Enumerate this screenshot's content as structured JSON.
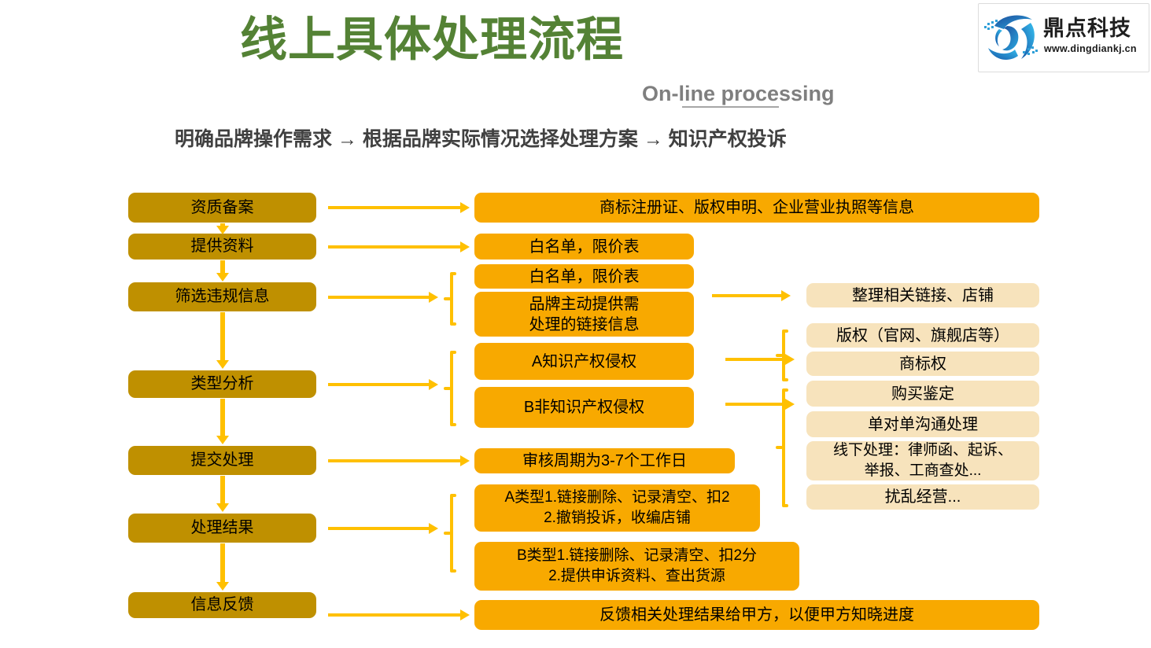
{
  "header": {
    "title": "线上具体处理流程",
    "subtitle": "On-line processing",
    "flow_line": "明确品牌操作需求 → 根据品牌实际情况选择处理方案 → 知识产权投诉"
  },
  "logo": {
    "name": "鼎点科技",
    "url": "www.dingdiankj.cn",
    "mark": "dingdian-swoosh-icon"
  },
  "colors": {
    "title_green": "#548235",
    "subtitle_gray": "#7f7f7f",
    "flow_text": "#404040",
    "stage_box": "#bf9000",
    "mid_box": "#f8a900",
    "right_box": "#f7e3bc",
    "arrow": "#ffc000"
  },
  "stages": [
    {
      "label": "资质备案"
    },
    {
      "label": "提供资料"
    },
    {
      "label": "筛选违规信息"
    },
    {
      "label": "类型分析"
    },
    {
      "label": "提交处理"
    },
    {
      "label": "处理结果"
    },
    {
      "label": "信息反馈"
    }
  ],
  "middle": [
    {
      "label": "商标注册证、版权申明、企业营业执照等信息"
    },
    {
      "label": "白名单，限价表"
    },
    {
      "label": "白名单，限价表"
    },
    {
      "label": "品牌主动提供需\n处理的链接信息"
    },
    {
      "label": "A知识产权侵权"
    },
    {
      "label": "B非知识产权侵权"
    },
    {
      "label": "审核周期为3-7个工作日"
    },
    {
      "label": "A类型1.链接删除、记录清空、扣2\n2.撤销投诉，收编店铺"
    },
    {
      "label": "B类型1.链接删除、记录清空、扣2分\n2.提供申诉资料、查出货源"
    },
    {
      "label": "反馈相关处理结果给甲方，以便甲方知晓进度"
    }
  ],
  "right": [
    {
      "label": "整理相关链接、店铺"
    },
    {
      "label": "版权（官网、旗舰店等）"
    },
    {
      "label": "商标权"
    },
    {
      "label": "购买鉴定"
    },
    {
      "label": "单对单沟通处理"
    },
    {
      "label": "线下处理：律师函、起诉、\n举报、工商查处..."
    },
    {
      "label": "扰乱经营..."
    }
  ]
}
